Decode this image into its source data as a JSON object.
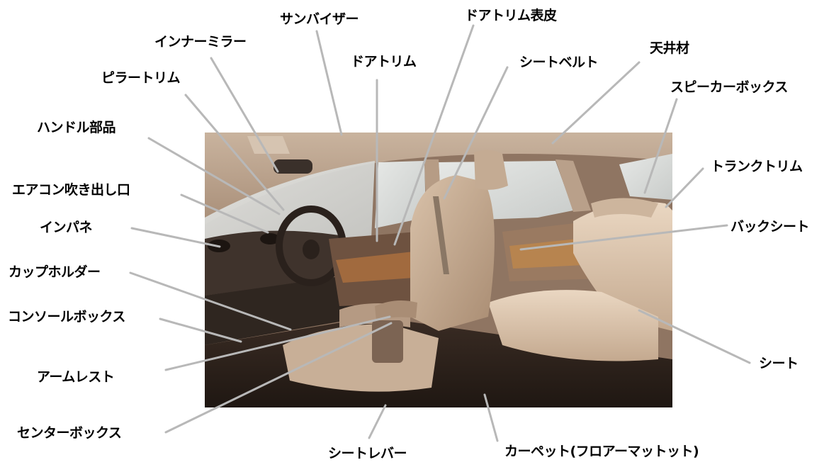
{
  "labels": {
    "sun_visor": "サンバイザー",
    "door_trim_skin": "ドアトリム表皮",
    "inner_mirror": "インナーミラー",
    "door_trim": "ドアトリム",
    "seat_belt": "シートベルト",
    "headliner": "天井材",
    "pillar_trim": "ピラートリム",
    "speaker_box": "スピーカーボックス",
    "steering_parts": "ハンドル部品",
    "trunk_trim": "トランクトリム",
    "ac_vent": "エアコン吹き出し口",
    "instrument_panel": "インパネ",
    "back_seat": "バックシート",
    "cup_holder": "カップホルダー",
    "console_box": "コンソールボックス",
    "seat": "シート",
    "armrest": "アームレスト",
    "center_box": "センターボックス",
    "seat_lever": "シートレバー",
    "carpet": "カーペット(フロアーマットット)"
  },
  "colors": {
    "leader_line": "#b8b8b8",
    "label_text": "#000000",
    "background": "#ffffff"
  },
  "image": {
    "subject": "car-interior-photo"
  }
}
